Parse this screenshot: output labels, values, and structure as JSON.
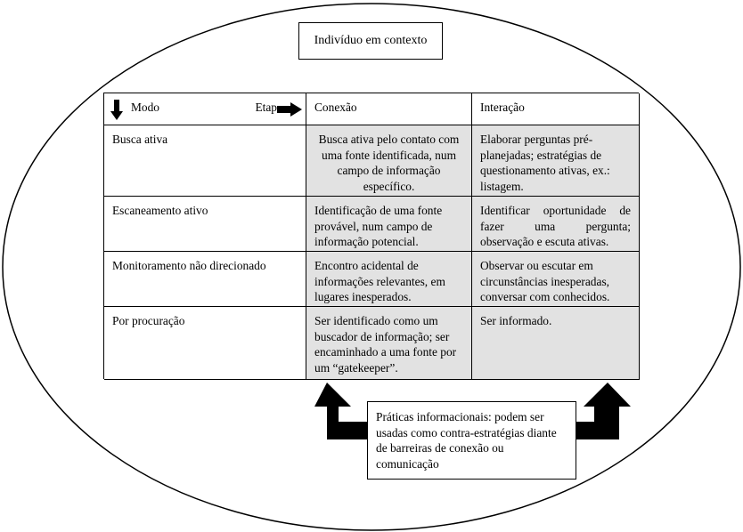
{
  "title": "Indivíduo em contexto",
  "header": {
    "modo": "Modo",
    "etap": "Etap",
    "conexao": "Conexão",
    "interacao": "Interação"
  },
  "rows": [
    {
      "modo": "Busca ativa",
      "conexao": "Busca ativa pelo contato com uma fonte identificada, num campo de informação específico.",
      "interacao": "Elaborar perguntas pré-planejadas; estratégias de questionamento ativas, ex.: listagem."
    },
    {
      "modo": "Escaneamento ativo",
      "conexao": "Identificação de uma fonte provável, num campo de informação potencial.",
      "interacao": "Identificar oportunidade de fazer uma pergunta; observação e escuta ativas."
    },
    {
      "modo": "Monitoramento não direcionado",
      "conexao": "Encontro acidental de informações relevantes, em lugares inesperados.",
      "interacao": "Observar ou escutar em circunstâncias inesperadas, conversar com conhecidos."
    },
    {
      "modo": "Por procuração",
      "conexao": "Ser identificado como um buscador de informação; ser encaminhado a uma fonte por um “gatekeeper”.",
      "interacao": "Ser informado."
    }
  ],
  "note": "Práticas informacionais: podem ser usadas como contra-estratégias diante de barreiras de conexão ou comunicação",
  "icons": {
    "down": "down-arrow-icon",
    "right": "right-arrow-icon",
    "up": "up-arrow-icon"
  },
  "colors": {
    "shade": "#e2e2e2",
    "line": "#000000"
  }
}
